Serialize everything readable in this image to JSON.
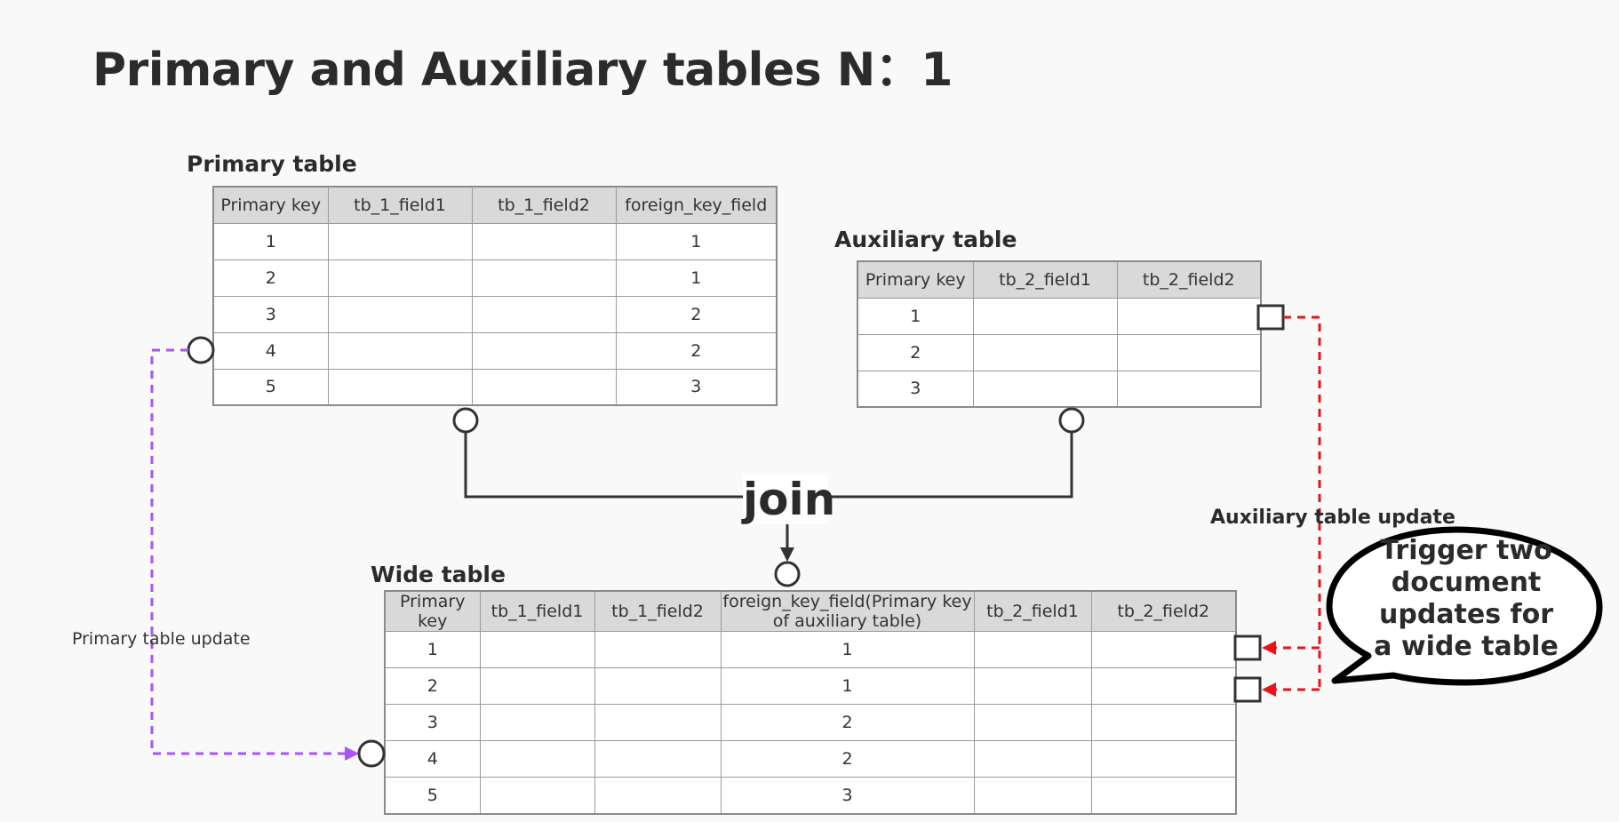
{
  "title": "Primary and Auxiliary tables N：1",
  "primary": {
    "label": "Primary table",
    "headers": [
      "Primary key",
      "tb_1_field1",
      "tb_1_field2",
      "foreign_key_field"
    ],
    "rows": [
      [
        "1",
        "",
        "",
        "1"
      ],
      [
        "2",
        "",
        "",
        "1"
      ],
      [
        "3",
        "",
        "",
        "2"
      ],
      [
        "4",
        "",
        "",
        "2"
      ],
      [
        "5",
        "",
        "",
        "3"
      ]
    ]
  },
  "auxiliary": {
    "label": "Auxiliary table",
    "headers": [
      "Primary key",
      "tb_2_field1",
      "tb_2_field2"
    ],
    "rows": [
      [
        "1",
        "",
        ""
      ],
      [
        "2",
        "",
        ""
      ],
      [
        "3",
        "",
        ""
      ]
    ]
  },
  "wide": {
    "label": "Wide table",
    "headers": [
      "Primary key",
      "tb_1_field1",
      "tb_1_field2",
      "foreign_key_field(Primary key of auxiliary table)",
      "tb_2_field1",
      "tb_2_field2"
    ],
    "rows": [
      [
        "1",
        "",
        "",
        "1",
        "",
        ""
      ],
      [
        "2",
        "",
        "",
        "1",
        "",
        ""
      ],
      [
        "3",
        "",
        "",
        "2",
        "",
        ""
      ],
      [
        "4",
        "",
        "",
        "2",
        "",
        ""
      ],
      [
        "5",
        "",
        "",
        "3",
        "",
        ""
      ]
    ]
  },
  "join_label": "join",
  "primary_update_label": "Primary table update",
  "aux_update_label": "Auxiliary table update",
  "bubble_text": "Trigger two document updates for a wide table",
  "colors": {
    "primary_update": "#a855f7",
    "aux_update": "#e8141c",
    "connector": "#333333"
  }
}
